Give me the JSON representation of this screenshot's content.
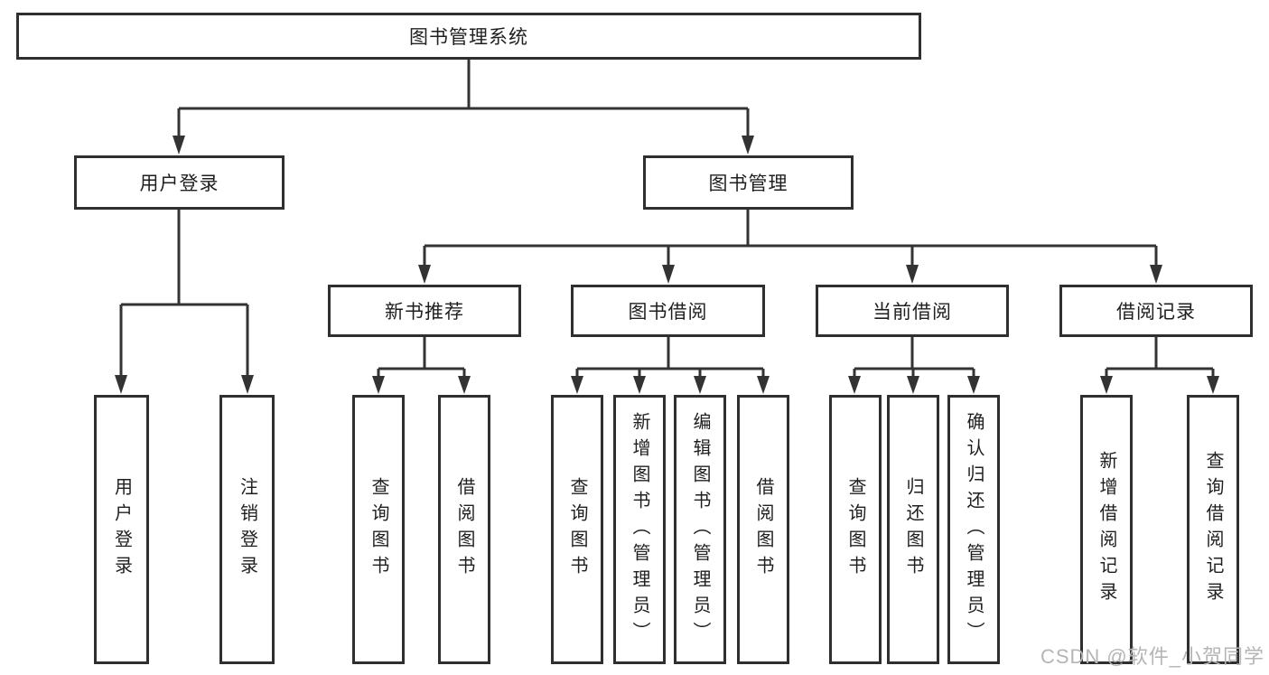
{
  "title": "图书管理系统",
  "branches": [
    {
      "label": "用户登录",
      "leaves": [
        "用户登录",
        "注销登录"
      ]
    },
    {
      "label": "图书管理",
      "groups": [
        {
          "label": "新书推荐",
          "leaves": [
            "查询图书",
            "借阅图书"
          ]
        },
        {
          "label": "图书借阅",
          "leaves": [
            "查询图书",
            "新增图书（管理员）",
            "编辑图书（管理员）",
            "借阅图书"
          ]
        },
        {
          "label": "当前借阅",
          "leaves": [
            "查询图书",
            "归还图书",
            "确认归还（管理员）"
          ]
        },
        {
          "label": "借阅记录",
          "leaves": [
            "新增借阅记录",
            "查询借阅记录"
          ]
        }
      ]
    }
  ],
  "watermark": "CSDN @软件_小贺同学",
  "colors": {
    "line": "#333333",
    "box_border": "#2f2f2f",
    "text": "#1f1f1f",
    "watermark": "#b5b5b5",
    "background": "#ffffff"
  }
}
